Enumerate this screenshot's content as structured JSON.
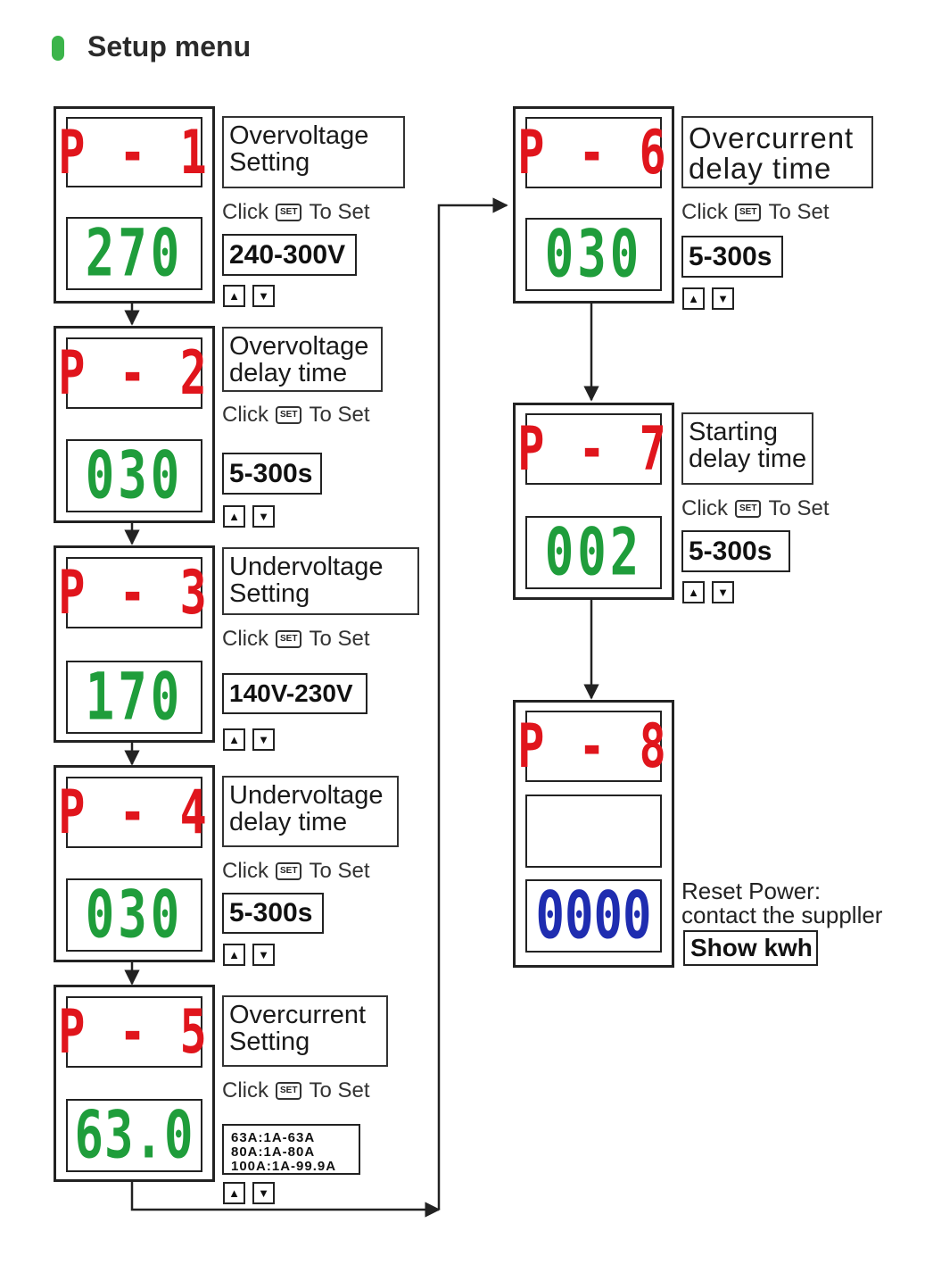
{
  "header": {
    "title": "Setup menu",
    "accent_color": "#3bb44a"
  },
  "colors": {
    "code": "#e0151c",
    "value": "#1f9d3b",
    "energy": "#1f2db0"
  },
  "common": {
    "click_label": "Click",
    "set_button": "SET",
    "to_set_label": "To Set",
    "up_icon": "up-arrow-icon",
    "down_icon": "down-arrow-icon"
  },
  "steps": [
    {
      "code": "P - 1",
      "value": "270",
      "label_line1": "Overvoltage",
      "label_line2": "Setting",
      "range": "240-300V"
    },
    {
      "code": "P - 2",
      "value": "030",
      "label_line1": "Overvoltage",
      "label_line2": "delay time",
      "range": "5-300s"
    },
    {
      "code": "P - 3",
      "value": "170",
      "label_line1": "Undervoltage",
      "label_line2": "Setting",
      "range": "140V-230V"
    },
    {
      "code": "P - 4",
      "value": "030",
      "label_line1": "Undervoltage",
      "label_line2": "delay time",
      "range": "5-300s"
    },
    {
      "code": "P - 5",
      "value": "63.0",
      "label_line1": "Overcurrent",
      "label_line2": "Setting",
      "range_lines": [
        "63A:1A-63A",
        "80A:1A-80A",
        "100A:1A-99.9A"
      ]
    },
    {
      "code": "P - 6",
      "value": "030",
      "label_line1": "Overcurrent",
      "label_line2": "delay time",
      "range": "5-300s"
    },
    {
      "code": "P - 7",
      "value": "002",
      "label_line1": "Starting",
      "label_line2": "delay time",
      "range": "5-300s"
    },
    {
      "code": "P - 8",
      "value": "",
      "energy": "0000",
      "reset_line1": "Reset Power:",
      "reset_line2": "contact the suppller",
      "action": "Show kwh"
    }
  ]
}
